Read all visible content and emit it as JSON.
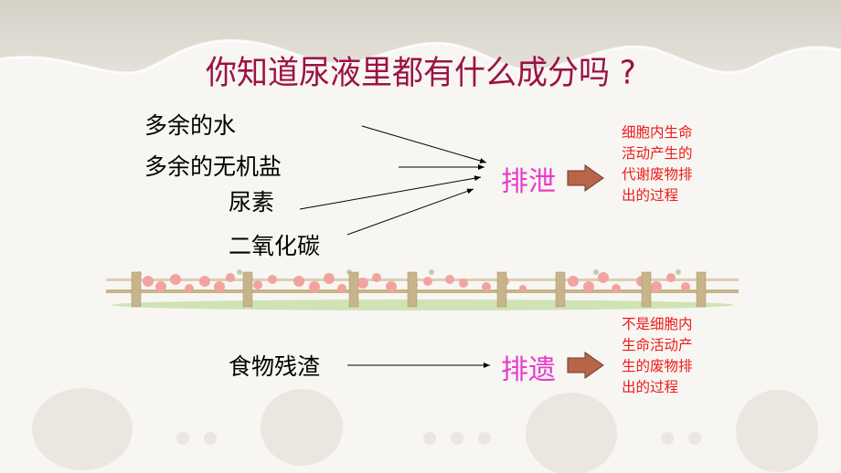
{
  "title": "你知道尿液里都有什么成分吗 ?",
  "excretion": {
    "inputs": [
      "多余的水",
      "多余的无机盐",
      "尿素",
      "二氧化碳"
    ],
    "term": "排泄",
    "definition": "细胞内生命活动产生的代谢废物排出的过程"
  },
  "egestion": {
    "input": "食物残渣",
    "term": "排遗",
    "definition": "不是细胞内生命活动产生的废物排出的过程"
  },
  "colors": {
    "title": "#9b1244",
    "term": "#e83bcb",
    "definition": "#ee1a1a",
    "block_arrow": "#b8654a"
  },
  "decorations": {
    "divider": "flower-fence",
    "background": "wave-top-and-shells"
  }
}
